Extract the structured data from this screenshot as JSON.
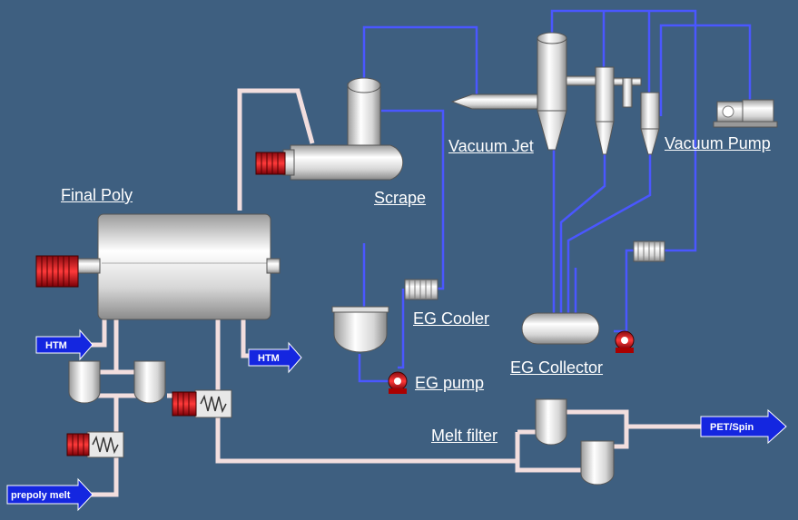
{
  "diagram": {
    "labels": {
      "final_poly": "Final Poly",
      "scrape": "Scrape",
      "vacuum_jet": "Vacuum Jet",
      "vacuum_pump": "Vacuum Pump",
      "eg_cooler": "EG Cooler",
      "eg_pump": "EG pump",
      "eg_collector": "EG Collector",
      "melt_filter": "Melt filter"
    },
    "arrows": {
      "htm_in": "HTM",
      "htm_out": "HTM",
      "pet_spin": "PET/Spin",
      "prepoly_melt": "prepoly melt"
    }
  },
  "colors": {
    "background": "#3e5f80",
    "melt_pipe": "#f2dede",
    "vacuum_line": "#4a57ff",
    "arrow": "#1426e0",
    "motor": "#c8141e",
    "vessel": "#e8e8e8"
  }
}
